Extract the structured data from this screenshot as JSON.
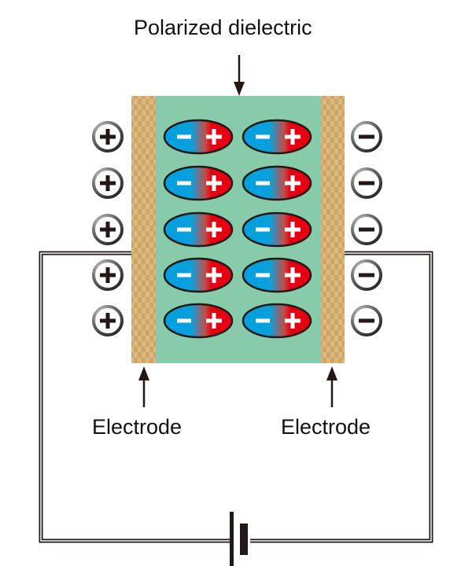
{
  "title": "Polarized dielectric",
  "labels": {
    "dielectric": "Polarized dielectric",
    "left_electrode": "Electrode",
    "right_electrode": "Electrode"
  },
  "colors": {
    "dielectric": "#88cbab",
    "electrode": "#d1a86d",
    "electrode_light": "#ddbb86",
    "dipole_negative": "#00a0e0",
    "dipole_positive": "#e60012",
    "ink": "#231815"
  },
  "charges": {
    "left": [
      "+",
      "+",
      "+",
      "+",
      "+"
    ],
    "right": [
      "−",
      "−",
      "−",
      "−",
      "−"
    ]
  },
  "dipoles": {
    "rows": 5,
    "columns": 2,
    "negative_symbol": "−",
    "positive_symbol": "+"
  },
  "battery": {
    "symbol": "battery-cell"
  }
}
